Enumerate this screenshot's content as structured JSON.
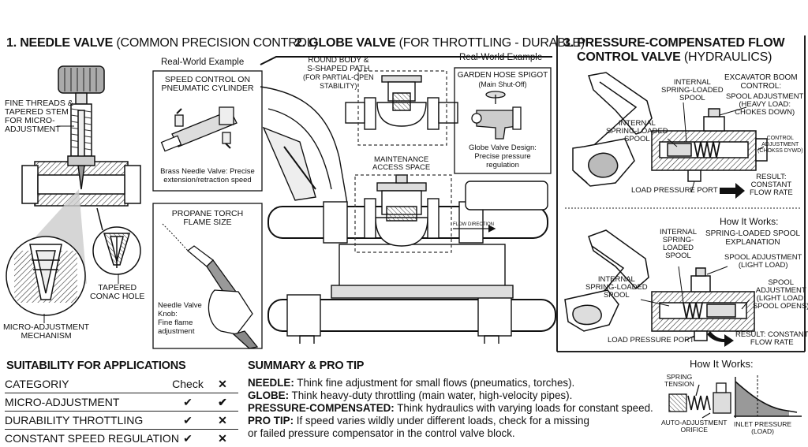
{
  "sections": {
    "needle": {
      "num": "1.",
      "title": "NEEDLE VALVE",
      "subtitle": "(COMMON PRECISION CONTROL)"
    },
    "globe": {
      "num": "2.",
      "title": "GLOBE VALVE",
      "subtitle": "(FOR THROTTLING - DURABLE)"
    },
    "pcfc": {
      "num": "3.",
      "title_line1": "PRESSURE-COMPENSATED FLOW",
      "title_line2": "CONTROL VALVE",
      "subtitle": "(HYDRAULICS)"
    }
  },
  "needle_labels": {
    "fine_threads": [
      "FINE THREADS &",
      "TAPERED STEM",
      "FOR MICRO-",
      "ADJUSTMENT"
    ],
    "micro_mech": [
      "MICRO-ADJUSTMENT",
      "MECHANISM"
    ],
    "tapered_hole": [
      "TAPERED",
      "CONAC HOLE"
    ],
    "real_world": "Real-World Example",
    "speed_title": [
      "SPEED CONTROL ON",
      "PNEUMATIC CYLINDER"
    ],
    "speed_caption": [
      "Brass Needle Valve: Precise",
      "extension/retraction speed"
    ],
    "propane_title": [
      "PROPANE TORCH",
      "FLAME SIZE"
    ],
    "propane_caption": [
      "Needle Valve",
      "Knob:",
      "Fine flame",
      "adjustment"
    ]
  },
  "globe_labels": {
    "round_body": [
      "ROUND BODY &",
      "S-SHAPED PATH",
      "(FOR PARTIAL-OPEN",
      "STABILITY)"
    ],
    "real_world": "Real-World Example",
    "hose_title": "GARDEN HOSE SPIGOT",
    "hose_sub": "(Main Shut-Off)",
    "hose_caption": [
      "Globe Valve Design:",
      "Precise pressure",
      "regulation"
    ],
    "maintenance": [
      "MAINTENANCE",
      "ACCESS SPACE"
    ],
    "flow_direction": "FLOW DIRECTION"
  },
  "pcfc_labels": {
    "spool_a": [
      "INTERNAL",
      "SPRING-LOADED",
      "SPOOL"
    ],
    "boom": [
      "EXCAVATOR BOOM",
      "CONTROL:"
    ],
    "spool_adj_heavy": [
      "SPOOL ADJUSTMENT",
      "(HEAVY LOAD:",
      "CHOKES DOWN)"
    ],
    "spool_b": [
      "INTERNAL",
      "SPRING-LOADED",
      "SPOOL"
    ],
    "control_adj": [
      "CONTROL",
      "ADJUSTMENT",
      "(CHOKSS DYWD)"
    ],
    "load_port_a": "LOAD PRESSURE PORT",
    "result_a": [
      "RESULT:",
      "CONSTANT",
      "FLOW RATE"
    ],
    "how_it_works": "How It Works:",
    "explain": [
      "SPRING-LOADED SPOOL",
      "EXPLANATION"
    ],
    "spool_c": [
      "INTERNAL",
      "SPRING-",
      "LOADED",
      "SPOOL"
    ],
    "spool_adj_light": [
      "SPOOL ADJUSTMENT",
      "(LIGHT LOAD)"
    ],
    "spool_d": [
      "INTERNAL",
      "SPRING-LOADED",
      "SPOOL"
    ],
    "spool_adj_opens": [
      "SPOOL",
      "ADJUSTMENT",
      "(LIGHT LOAD:",
      "SPOOL OPENS)"
    ],
    "load_port_b": "LOAD PRESSURE PORT",
    "result_b": [
      "RESULT: CONSTANT",
      "FLOW RATE"
    ]
  },
  "table": {
    "title": "SUITABILITY FOR APPLICATIONS",
    "header": {
      "category": "CATEGORIY",
      "check": "Check",
      "x": "✕"
    },
    "rows": [
      {
        "label": "MICRO-ADJUSTMENT",
        "check": "✔",
        "x": "✔"
      },
      {
        "label": "DURABILITY THROTTLING",
        "check": "✔",
        "x": "✕"
      },
      {
        "label": "CONSTANT SPEED REGULATION",
        "check": "✔",
        "x": "✕"
      }
    ]
  },
  "summary": {
    "title": "SUMMARY & PRO TIP",
    "needle_k": "NEEDLE:",
    "needle_v": " Think fine adjustment for small flows (pneumatics, torches).",
    "globe_k": "GLOBE:",
    "globe_v": " Think heavy-duty throttling (main water, high-velocity pipes).",
    "pc_k": "PRESSURE-COMPENSATED:",
    "pc_v": " Think hydraulics with varying loads for constant speed.",
    "pro_k": "PRO TIP:",
    "pro_v": " If speed varies wildly under different loads, check for a missing",
    "pro_v2": "or failed pressure compensator in the control valve block."
  },
  "mini": {
    "how": "How It Works:",
    "spring": [
      "SPRING",
      "TENSION"
    ],
    "orifice": [
      "AUTO-ADJUSTMENT",
      "ORIFICE"
    ],
    "inlet": [
      "INLET PRESSURE",
      "(LOAD)"
    ]
  }
}
